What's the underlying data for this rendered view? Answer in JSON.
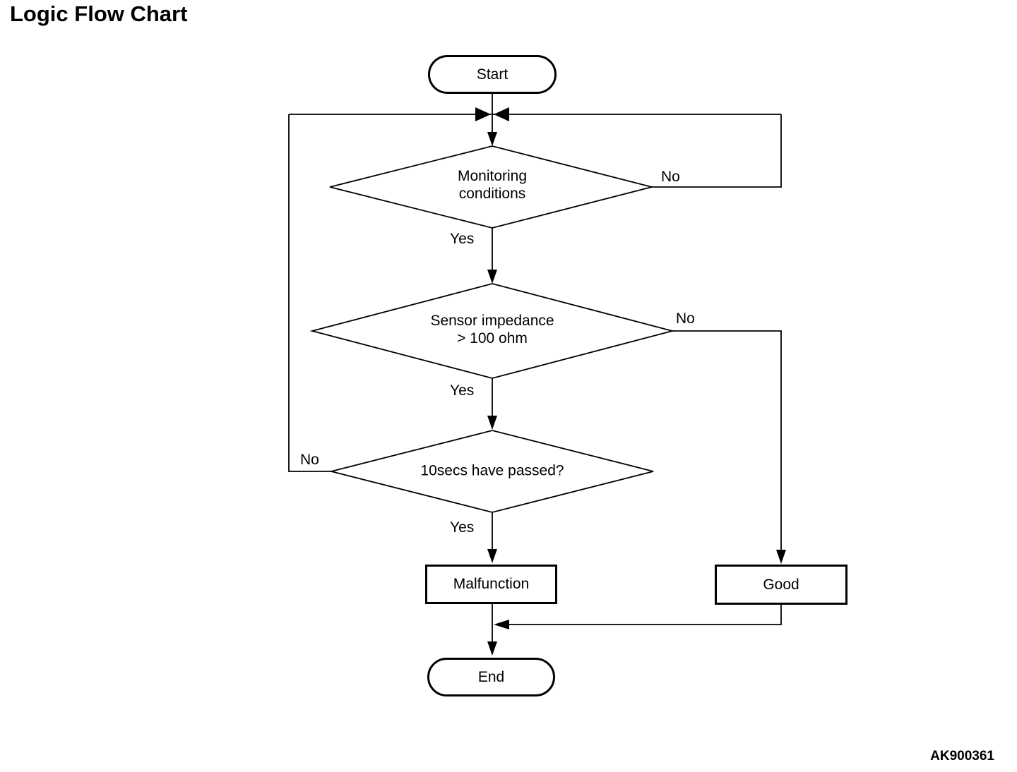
{
  "page": {
    "title": "Logic Flow Chart",
    "ref_code": "AK900361"
  },
  "diagram": {
    "type": "flowchart",
    "colors": {
      "ink": "#000000",
      "background": "#ffffff"
    },
    "nodes": {
      "start": {
        "shape": "terminator",
        "label": "Start"
      },
      "monitoring": {
        "shape": "decision",
        "line1": "Monitoring",
        "line2": "conditions"
      },
      "impedance": {
        "shape": "decision",
        "line1": "Sensor impedance",
        "line2": "> 100 ohm"
      },
      "timer": {
        "shape": "decision",
        "label": "10secs have passed?"
      },
      "malfunction": {
        "shape": "process",
        "label": "Malfunction"
      },
      "good": {
        "shape": "process",
        "label": "Good"
      },
      "end": {
        "shape": "terminator",
        "label": "End"
      }
    },
    "labels": {
      "monitoring_no": "No",
      "monitoring_yes": "Yes",
      "impedance_no": "No",
      "impedance_yes": "Yes",
      "timer_no": "No",
      "timer_yes": "Yes"
    },
    "edges": [
      "Start -> merge point",
      "merge point -> Monitoring conditions",
      "Monitoring conditions -No-> merge point (loop right)",
      "Monitoring conditions -Yes-> Sensor impedance > 100 ohm",
      "Sensor impedance > 100 ohm -No-> Good",
      "Sensor impedance > 100 ohm -Yes-> 10secs have passed?",
      "10secs have passed? -No-> merge point (loop left)",
      "10secs have passed? -Yes-> Malfunction",
      "Malfunction -> End",
      "Good -> End"
    ]
  }
}
